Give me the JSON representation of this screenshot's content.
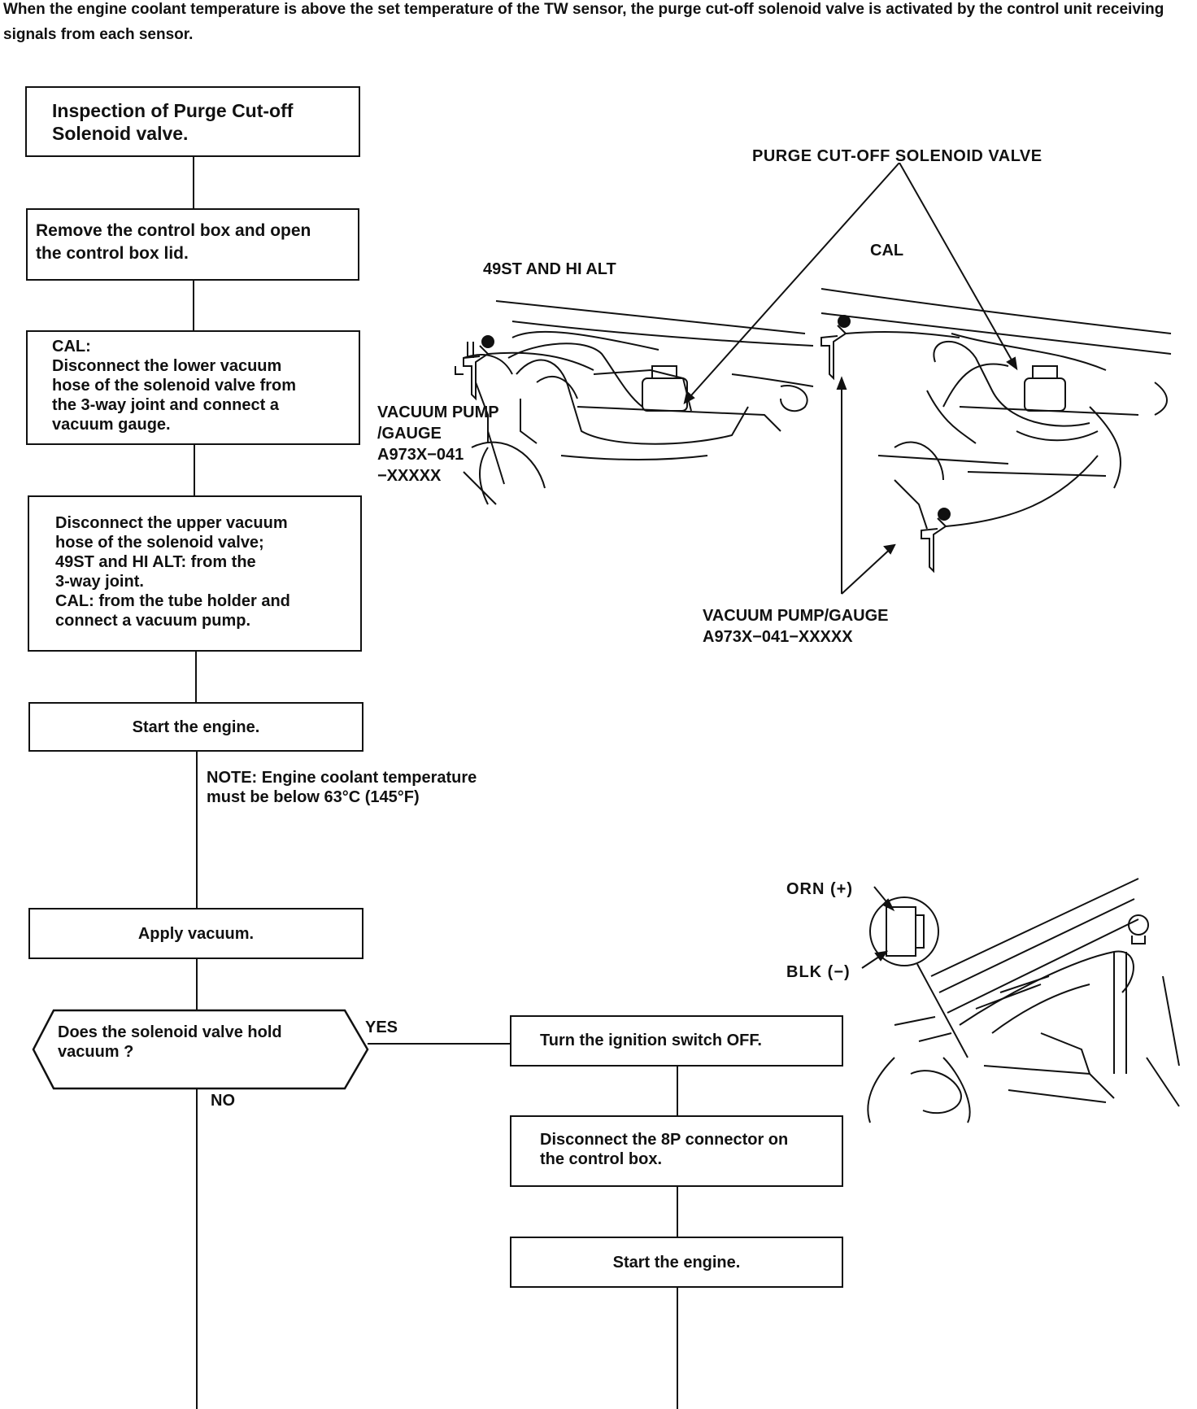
{
  "intro": "When the engine coolant temperature is above the set temperature of the TW sensor, the purge cut-off solenoid valve is activated by the control unit receiving signals from each sensor.",
  "flow": {
    "title_box": "Inspection of Purge Cut-off\nSolenoid valve.",
    "step_remove": "Remove the control box and open\nthe control box lid.",
    "step_cal": "CAL:\nDisconnect the lower vacuum\nhose of the solenoid valve from\nthe 3-way joint and connect a\nvacuum gauge.",
    "step_upper": "Disconnect the upper vacuum\nhose of the solenoid valve;\n49ST and HI ALT: from the\n3-way joint.\nCAL: from the tube holder and\nconnect a vacuum pump.",
    "step_start": "Start the engine.",
    "note": "NOTE: Engine coolant temperature\nmust be below 63°C (145°F)",
    "step_apply": "Apply vacuum.",
    "decision": "Does the solenoid valve hold\nvacuum ?",
    "yes": "YES",
    "no": "NO",
    "step_ignition": "Turn the ignition switch OFF.",
    "step_disconnect": "Disconnect the 8P connector on\nthe control box.",
    "step_start2": "Start the engine."
  },
  "illustration_top": {
    "purge_label": "PURGE CUT-OFF SOLENOID VALVE",
    "left_label": "49ST AND HI ALT",
    "right_label": "CAL",
    "pump_left": "VACUUM PUMP\n/GAUGE\nA973X−041\n−XXXXX",
    "pump_right": "VACUUM PUMP/GAUGE\nA973X−041−XXXXX"
  },
  "illustration_bottom": {
    "orn": "ORN (+)",
    "blk": "BLK (−)"
  }
}
